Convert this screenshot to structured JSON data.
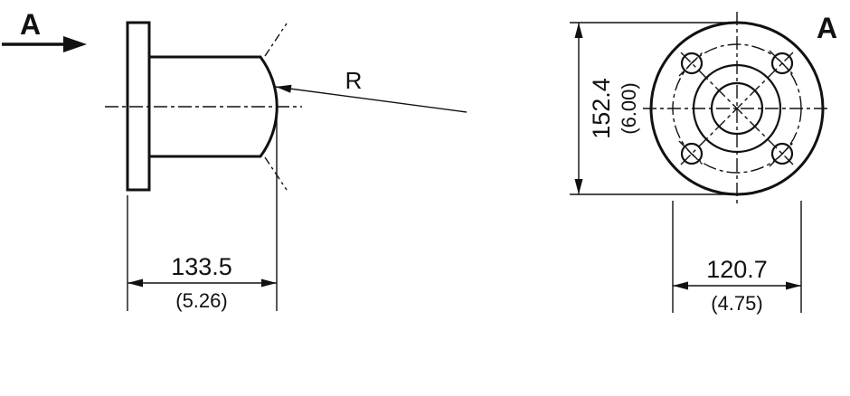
{
  "page": {
    "background": "#ffffff",
    "line_color": "#111111",
    "description_labels": {
      "side_view_arrow": "A",
      "front_view_label": "A"
    }
  },
  "side_view": {
    "view_arrow_label": "A",
    "radius_label": "R",
    "length": {
      "mm": "133.5",
      "inches": "(5.26)"
    }
  },
  "front_view": {
    "view_label": "A",
    "outer_diameter": {
      "mm": "152.4",
      "inches": "(6.00)"
    },
    "bolt_circle_diameter": {
      "mm": "120.7",
      "inches": "(4.75)"
    }
  }
}
